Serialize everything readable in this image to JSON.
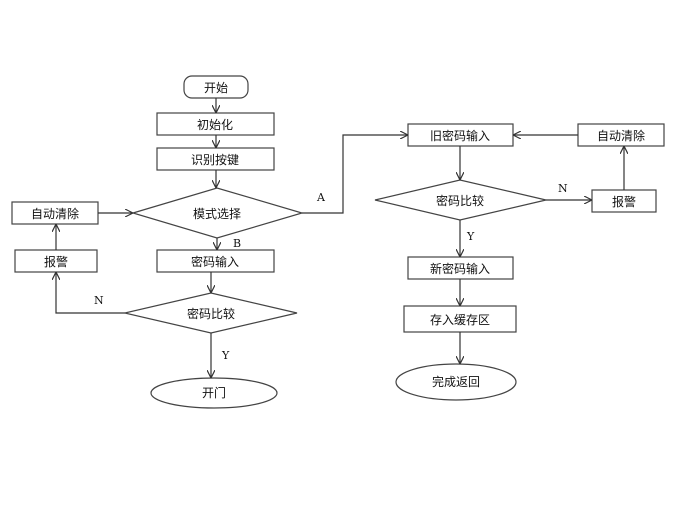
{
  "diagram": {
    "nodes": {
      "start": "开始",
      "init": "初始化",
      "identify_key": "识别按键",
      "mode_select": "模式选择",
      "password_input": "密码输入",
      "password_compare_left": "密码比较",
      "open_door": "开门",
      "alarm_left": "报警",
      "auto_clear_left": "自动清除",
      "old_password_input": "旧密码输入",
      "password_compare_right": "密码比较",
      "alarm_right": "报警",
      "auto_clear_right": "自动清除",
      "new_password_input": "新密码输入",
      "save_to_cache": "存入缓存区",
      "done_return": "完成返回"
    },
    "edge_labels": {
      "mode_a": "A",
      "mode_b": "B",
      "left_no": "N",
      "left_yes": "Y",
      "right_no": "N",
      "right_yes": "Y"
    }
  }
}
